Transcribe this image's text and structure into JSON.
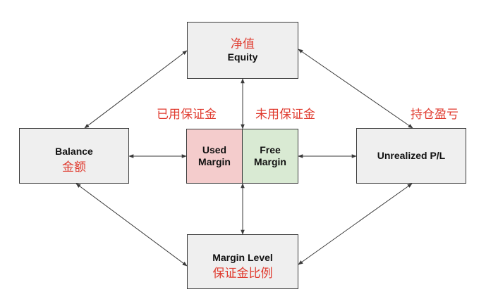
{
  "nodes": {
    "equity": {
      "en": "Equity",
      "zh": "净值"
    },
    "balance": {
      "en": "Balance",
      "zh": "金额"
    },
    "used_margin": {
      "line1": "Used",
      "line2": "Margin"
    },
    "free_margin": {
      "line1": "Free",
      "line2": "Margin"
    },
    "unrealized": {
      "en": "Unrealized P/L",
      "zh": "持仓盈亏"
    },
    "margin_level": {
      "en": "Margin Level",
      "zh": "保证金比例"
    }
  },
  "labels": {
    "used_margin_zh": "已用保证金",
    "free_margin_zh": "未用保证金"
  },
  "colors": {
    "box_fill": "#efefef",
    "used_fill": "#f4cccc",
    "free_fill": "#d9ead3",
    "chinese_text": "#e03b2f",
    "border": "#3a3a3a"
  },
  "connections": [
    [
      "equity",
      "balance"
    ],
    [
      "equity",
      "unrealized"
    ],
    [
      "equity",
      "used_margin"
    ],
    [
      "balance",
      "used_margin"
    ],
    [
      "free_margin",
      "unrealized"
    ],
    [
      "balance",
      "margin_level"
    ],
    [
      "unrealized",
      "margin_level"
    ],
    [
      "used_margin",
      "margin_level"
    ]
  ]
}
